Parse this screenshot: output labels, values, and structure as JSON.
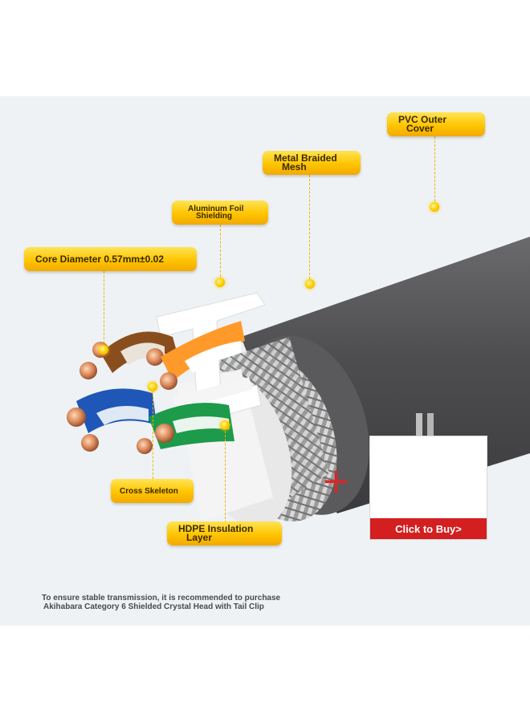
{
  "labels": {
    "pvc_line1": "PVC Outer",
    "pvc_line2": "Cover",
    "braid_line1": "Metal Braided",
    "braid_line2": "Mesh",
    "foil_line1": "Aluminum Foil",
    "foil_line2": "Shielding",
    "core": "Core Diameter 0.57mm±0.02",
    "cross": "Cross Skeleton",
    "hdpe_line1": "HDPE Insulation",
    "hdpe_line2": "Layer"
  },
  "product": {
    "buy_label": "Click to Buy>",
    "plus": "+"
  },
  "note": {
    "line1": "To ensure stable transmission, it is recommended to purchase",
    "line2": "Akihabara Category 6 Shielded Crystal Head with Tail Clip"
  },
  "colors": {
    "tag": "#ffc400",
    "jacket": "#4b4b4d",
    "buy": "#d31f1f",
    "pair_orange": "#ff9a2a",
    "pair_brown": "#8a4e1e",
    "pair_blue": "#1f57b8",
    "pair_green": "#1d9a4a"
  }
}
